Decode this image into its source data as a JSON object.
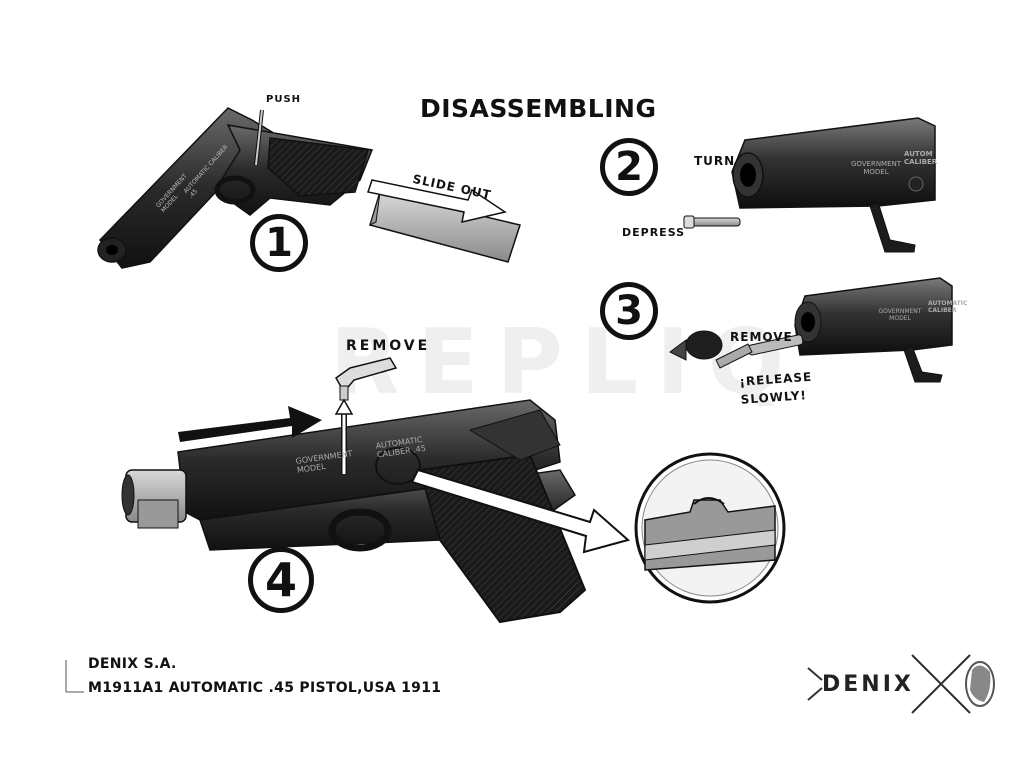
{
  "title": "DISASSEMBLING",
  "steps": [
    {
      "number": "1",
      "labels": [
        "PUSH",
        "SLIDE OUT"
      ]
    },
    {
      "number": "2",
      "labels": [
        "TURN",
        "DEPRESS"
      ]
    },
    {
      "number": "3",
      "labels": [
        "REMOVE",
        "¡RELEASE SLOWLY!"
      ]
    },
    {
      "number": "4",
      "labels": [
        "REMOVE"
      ]
    }
  ],
  "engravings": {
    "slide_top": "GOVERNMENT MODEL",
    "slide_top_right": "AUTOMATIC CALIBER .45",
    "barrel_2": "GOVERNMENT MODEL",
    "barrel_2_right": "AUTOM CALIBER",
    "barrel_3": "GOVERNMENT MODEL",
    "barrel_3_right": "AUTOMATIC CALIBER",
    "step4_slide": "GOVERNMENT MODEL",
    "step4_slide_right": "AUTOMATIC CALIBER .45"
  },
  "watermark": "REPLIQ",
  "footer": {
    "company": "DENIX S.A.",
    "model": "M1911A1 AUTOMATIC .45 PISTOL,USA 1911"
  },
  "logo": {
    "text": "DENIX"
  }
}
